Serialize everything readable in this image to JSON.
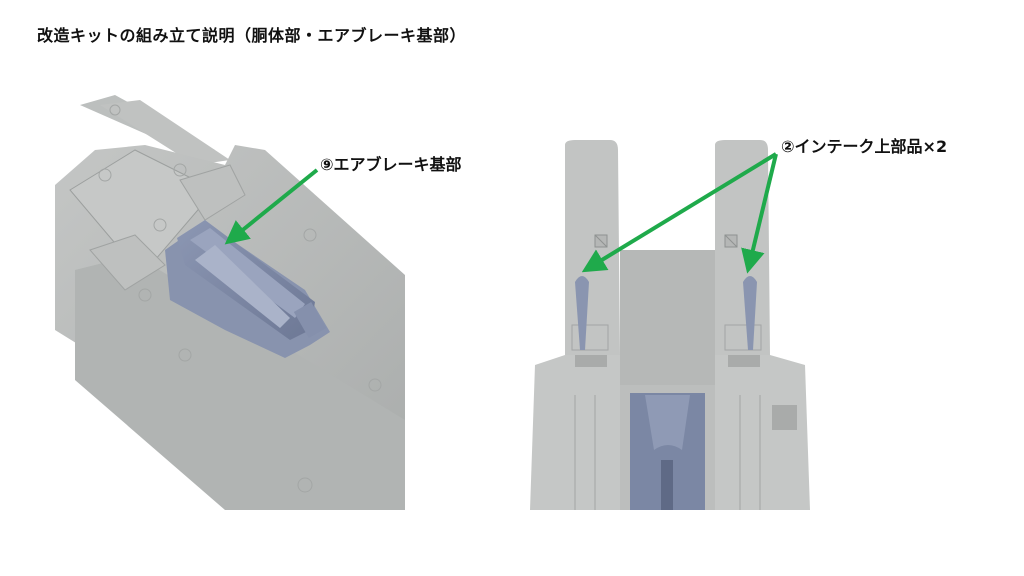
{
  "slide": {
    "title": "改造キットの組み立て説明（胴体部・エアブレーキ基部）"
  },
  "callouts": [
    {
      "id": "airbrake",
      "text": "⑨エアブレーキ基部",
      "arrow_count": 1
    },
    {
      "id": "intake",
      "text": "②インテーク上部品×2",
      "arrow_count": 2
    }
  ],
  "photos": [
    {
      "id": "left",
      "subject": "fuselage-with-airbrake-base-part"
    },
    {
      "id": "right",
      "subject": "fuselage-with-intake-upper-parts"
    }
  ],
  "colors": {
    "arrow": "#1faa4b",
    "kit_plastic": "#b9bcbb",
    "resin_part": "#7f8aa6",
    "background": "#ffffff"
  }
}
